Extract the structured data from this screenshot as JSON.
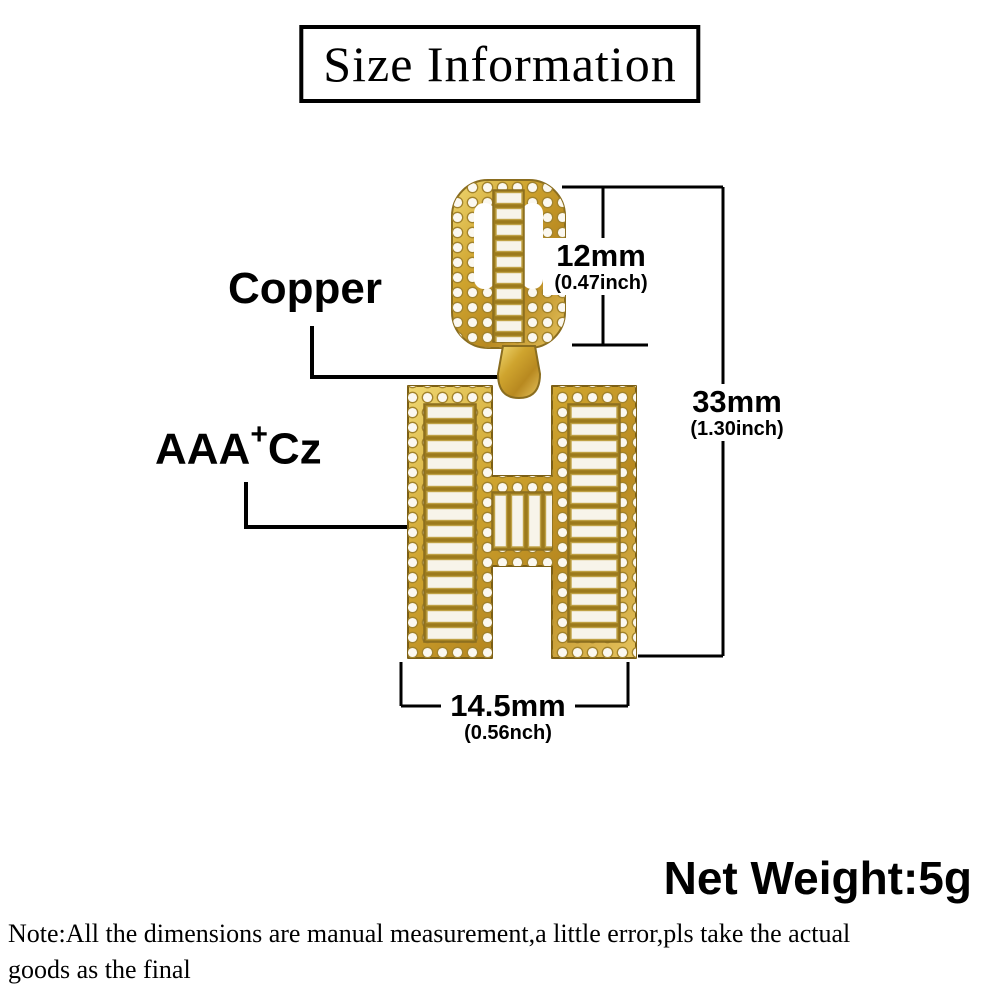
{
  "title": "Size Information",
  "callouts": {
    "material": "Copper",
    "stone": {
      "base": "AAA",
      "sup": "+",
      "rest": "Cz"
    }
  },
  "dimensions": {
    "bail_height": {
      "value": "12mm",
      "inch": "(0.47inch)"
    },
    "total_height": {
      "value": "33mm",
      "inch": "(1.30inch)"
    },
    "width": {
      "value": "14.5mm",
      "inch": "(0.56nch)"
    }
  },
  "weight": {
    "text": "Net Weight:5g"
  },
  "note": {
    "line1": "Note:All the dimensions are manual measurement,a little error,pls take the actual",
    "line2": "goods as the final"
  },
  "pendant": {
    "letter": "H",
    "material_color": "#c9a227",
    "stone_color": "#f7f4ea",
    "line_color": "#000000"
  }
}
